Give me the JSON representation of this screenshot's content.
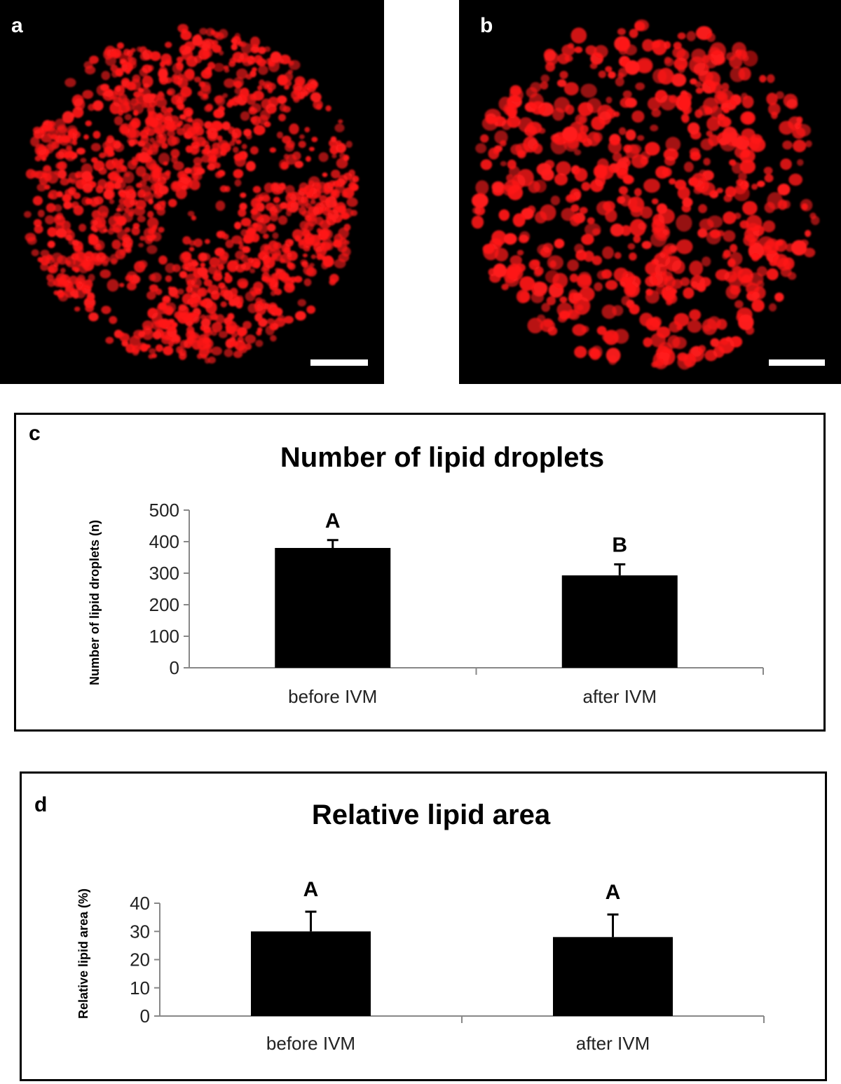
{
  "panels": {
    "a": {
      "letter": "a"
    },
    "b": {
      "letter": "b"
    },
    "c": {
      "letter": "c"
    },
    "d": {
      "letter": "d"
    }
  },
  "colors": {
    "droplet": "#ff1a1a",
    "background": "#000000",
    "bar": "#000000"
  },
  "chart_data": [
    {
      "type": "bar",
      "title": "Number of lipid droplets",
      "xlabel": "",
      "ylabel": "Number of lipid droplets (n)",
      "categories": [
        "before IVM",
        "after IVM"
      ],
      "values": [
        380,
        293
      ],
      "errors": [
        25,
        35
      ],
      "significance": [
        "A",
        "B"
      ],
      "ylim": [
        0,
        500
      ],
      "yticks": [
        0,
        100,
        200,
        300,
        400,
        500
      ],
      "grid": false
    },
    {
      "type": "bar",
      "title": "Relative lipid area",
      "xlabel": "",
      "ylabel": "Relative lipid area (%)",
      "categories": [
        "before IVM",
        "after IVM"
      ],
      "values": [
        30,
        28
      ],
      "errors": [
        7,
        8
      ],
      "significance": [
        "A",
        "A"
      ],
      "ylim": [
        0,
        40
      ],
      "yticks": [
        0,
        10,
        20,
        30,
        40
      ],
      "grid": false
    }
  ]
}
